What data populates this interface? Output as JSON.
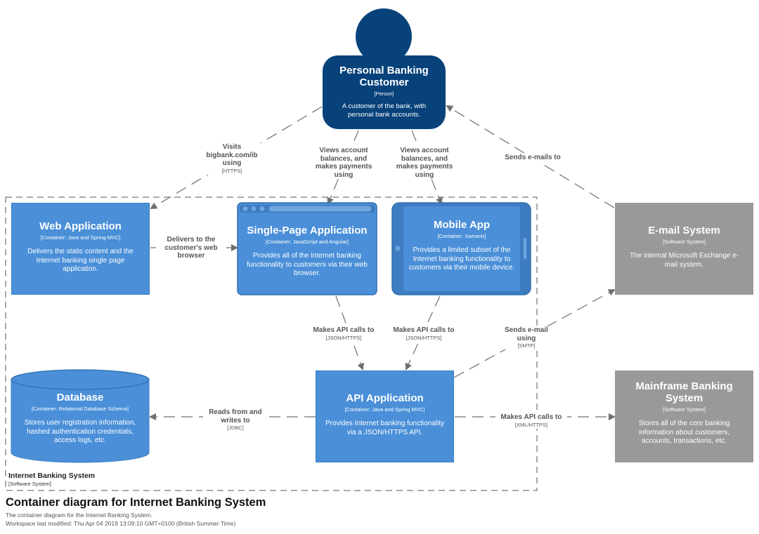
{
  "person": {
    "name": "Personal Banking Customer",
    "type": "[Person]",
    "description": "A customer of the bank, with personal bank accounts."
  },
  "containers": {
    "web_app": {
      "name": "Web Application",
      "type": "[Container: Java and Spring MVC]",
      "description": "Delivers the static content and the Internet banking single page application."
    },
    "spa": {
      "name": "Single-Page Application",
      "type": "[Container: JavaScript and Angular]",
      "description": "Provides all of the Internet banking functionality to customers via their web browser."
    },
    "mobile": {
      "name": "Mobile App",
      "type": "[Container: Xamarin]",
      "description": "Provides a limited subset of the Internet banking functionality to customers via their mobile device."
    },
    "database": {
      "name": "Database",
      "type": "[Container: Relational Database Schema]",
      "description": "Stores user registration information, hashed authentication credentials, access logs, etc."
    },
    "api": {
      "name": "API Application",
      "type": "[Container: Java and Spring MVC]",
      "description": "Provides Internet banking functionality via a JSON/HTTPS API."
    }
  },
  "systems": {
    "email": {
      "name": "E-mail System",
      "type": "[Software System]",
      "description": "The internal Microsoft Exchange e-mail system."
    },
    "mainframe": {
      "name": "Mainframe Banking System",
      "type": "[Software System]",
      "description": "Stores all of the core banking information about customers, accounts, transactions, etc."
    }
  },
  "relationships": {
    "visits": {
      "text": "Visits bigbank.com/ib using",
      "tech": "[HTTPS]"
    },
    "views_spa": {
      "text": "Views account balances, and makes payments using",
      "tech": ""
    },
    "views_mobile": {
      "text": "Views account balances, and makes payments using",
      "tech": ""
    },
    "sends_emails": {
      "text": "Sends e-mails to",
      "tech": ""
    },
    "delivers": {
      "text": "Delivers to the customer's web browser",
      "tech": ""
    },
    "spa_api": {
      "text": "Makes API calls to",
      "tech": "[JSON/HTTPS]"
    },
    "mobile_api": {
      "text": "Makes API calls to",
      "tech": "[JSON/HTTPS]"
    },
    "send_email": {
      "text": "Sends e-mail using",
      "tech": "[SMTP]"
    },
    "reads": {
      "text": "Reads from and writes to",
      "tech": "[JDBC]"
    },
    "mainframe_api": {
      "text": "Makes API calls to",
      "tech": "[XML/HTTPS]"
    }
  },
  "boundary": {
    "title": "Internet Banking System",
    "subtitle": "[Software System]"
  },
  "footer": {
    "title": "Container diagram for Internet Banking System",
    "line1": "The container diagram for the Internet Banking System.",
    "line2": "Workspace last modified: Thu Apr 04 2019 13:09:10 GMT+0100 (British Summer Time)"
  },
  "colors": {
    "person": "#08427B",
    "container": "#4A8FD8",
    "external": "#999999",
    "line": "#707070"
  }
}
